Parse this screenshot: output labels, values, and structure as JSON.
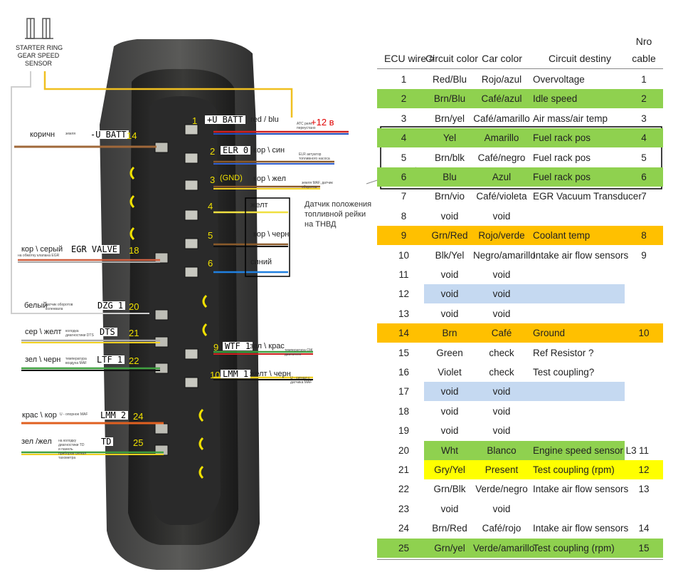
{
  "sensor_label": [
    "STARTER RING",
    "GEAR SPEED",
    "SENSOR"
  ],
  "right_pins": [
    {
      "num": "1",
      "box": "+U BATT",
      "wire": "red / blu",
      "note": "АТС реле переустано"
    },
    {
      "num": "2",
      "box": "ELR 0",
      "wire": "кор \\ син",
      "note": "ELR актуатор топливного насоса"
    },
    {
      "num": "3",
      "box": "(GND)",
      "wire": "кор \\ жел",
      "note": "земля MAF, датчик оборотов"
    },
    {
      "num": "4",
      "box": "",
      "wire": "желт",
      "note": ""
    },
    {
      "num": "5",
      "box": "",
      "wire": "кор \\ черн",
      "note": ""
    },
    {
      "num": "6",
      "box": "",
      "wire": "синий",
      "note": ""
    },
    {
      "num": "9",
      "box": "WTF 1",
      "wire": "зел \\ крас",
      "note": "температура ОЖ двигателя"
    },
    {
      "num": "10",
      "box": "LMM 1",
      "wire": "желт \\ черн",
      "note": "U - сигнал с датчика MAF"
    }
  ],
  "plus12": "+12 в",
  "rack_sensor_label": "Датчик положения топливной рейки на ТНВД",
  "left_pins": [
    {
      "num": "14",
      "box": "-U BATT",
      "wire": "коричн",
      "note": "земля"
    },
    {
      "num": "18",
      "box": "EGR VALVE",
      "wire": "кор \\ серый",
      "note": "на обмотку клапана EGR"
    },
    {
      "num": "20",
      "box": "DZG 1",
      "wire": "белый",
      "note": "датчик оборотов коленвала"
    },
    {
      "num": "21",
      "box": "DTS",
      "wire": "сер \\ желт",
      "note": "колодка диагностики DTS"
    },
    {
      "num": "22",
      "box": "LTF 1",
      "wire": "зел \\ черн",
      "note": "температура воздуха MAF"
    },
    {
      "num": "24",
      "box": "LMM 2",
      "wire": "крас \\ кор",
      "note": "U - опорное MAF"
    },
    {
      "num": "25",
      "box": "TD",
      "wire": "зел /жел",
      "note": "на колодку диагностики TD и панель приборов сигнал тахометра"
    }
  ],
  "table": {
    "headers": [
      "ECU wire #",
      "Circuit color",
      "Car color",
      "Circuit destiny",
      "Nro",
      "cable"
    ],
    "rows": [
      {
        "ecu": "1",
        "circuit": "Red/Blu",
        "car": "Rojo/azul",
        "destiny": "Overvoltage",
        "cable": "1",
        "hl": ""
      },
      {
        "ecu": "2",
        "circuit": "Brn/Blu",
        "car": "Café/azul",
        "destiny": "Idle speed",
        "cable": "2",
        "hl": "green"
      },
      {
        "ecu": "3",
        "circuit": "Brn/yel",
        "car": "Café/amarillo",
        "destiny": "Air mass/air temp",
        "cable": "3",
        "hl": ""
      },
      {
        "ecu": "4",
        "circuit": "Yel",
        "car": "Amarillo",
        "destiny": "Fuel rack pos",
        "cable": "4",
        "hl": "green"
      },
      {
        "ecu": "5",
        "circuit": "Brn/blk",
        "car": "Café/negro",
        "destiny": "Fuel rack pos",
        "cable": "5",
        "hl": ""
      },
      {
        "ecu": "6",
        "circuit": "Blu",
        "car": "Azul",
        "destiny": "Fuel rack pos",
        "cable": "6",
        "hl": "green"
      },
      {
        "ecu": "7",
        "circuit": "Brn/vio",
        "car": "Café/violeta",
        "destiny": "EGR Vacuum Transducer",
        "cable": "7",
        "hl": ""
      },
      {
        "ecu": "8",
        "circuit": "void",
        "car": "void",
        "destiny": "",
        "cable": "",
        "hl": ""
      },
      {
        "ecu": "9",
        "circuit": "Grn/Red",
        "car": "Rojo/verde",
        "destiny": "Coolant temp",
        "cable": "8",
        "hl": "orange"
      },
      {
        "ecu": "10",
        "circuit": "Blk/Yel",
        "car": "Negro/amarillo",
        "destiny": "Intake air flow sensors",
        "cable": "9",
        "hl": ""
      },
      {
        "ecu": "11",
        "circuit": "void",
        "car": "void",
        "destiny": "",
        "cable": "",
        "hl": ""
      },
      {
        "ecu": "12",
        "circuit": "void",
        "car": "void",
        "destiny": "",
        "cable": "",
        "hl": "blue"
      },
      {
        "ecu": "13",
        "circuit": "void",
        "car": "void",
        "destiny": "",
        "cable": "",
        "hl": ""
      },
      {
        "ecu": "14",
        "circuit": "Brn",
        "car": "Café",
        "destiny": "Ground",
        "cable": "10",
        "hl": "orange"
      },
      {
        "ecu": "15",
        "circuit": "Green",
        "car": "check",
        "destiny": "Ref Resistor ?",
        "cable": "",
        "hl": ""
      },
      {
        "ecu": "16",
        "circuit": "Violet",
        "car": "check",
        "destiny": "Test coupling?",
        "cable": "",
        "hl": ""
      },
      {
        "ecu": "17",
        "circuit": "void",
        "car": "void",
        "destiny": "",
        "cable": "",
        "hl": "blue"
      },
      {
        "ecu": "18",
        "circuit": "void",
        "car": "void",
        "destiny": "",
        "cable": "",
        "hl": ""
      },
      {
        "ecu": "19",
        "circuit": "void",
        "car": "void",
        "destiny": "",
        "cable": "",
        "hl": ""
      },
      {
        "ecu": "20",
        "circuit": "Wht",
        "car": "Blanco",
        "destiny": "Engine speed sensor L3",
        "cable": "11",
        "hl": "green"
      },
      {
        "ecu": "21",
        "circuit": "Gry/Yel",
        "car": "Present",
        "destiny": "Test coupling (rpm)",
        "cable": "12",
        "hl": "yellow"
      },
      {
        "ecu": "22",
        "circuit": "Grn/Blk",
        "car": "Verde/negro",
        "destiny": "Intake air flow sensors",
        "cable": "13",
        "hl": ""
      },
      {
        "ecu": "23",
        "circuit": "void",
        "car": "void",
        "destiny": "",
        "cable": "",
        "hl": ""
      },
      {
        "ecu": "24",
        "circuit": "Brn/Red",
        "car": "Café/rojo",
        "destiny": "Intake air flow sensors",
        "cable": "14",
        "hl": ""
      },
      {
        "ecu": "25",
        "circuit": "Grn/yel",
        "car": "Verde/amarillo",
        "destiny": "Test coupling (rpm)",
        "cable": "15",
        "hl": "green"
      }
    ]
  },
  "colors": {
    "green": "#8fd14f",
    "orange": "#ffc000",
    "yellow": "#ffff00",
    "blue": "#c5d9f1",
    "pin_number": "#f0e000",
    "plus12": "#e00000"
  }
}
